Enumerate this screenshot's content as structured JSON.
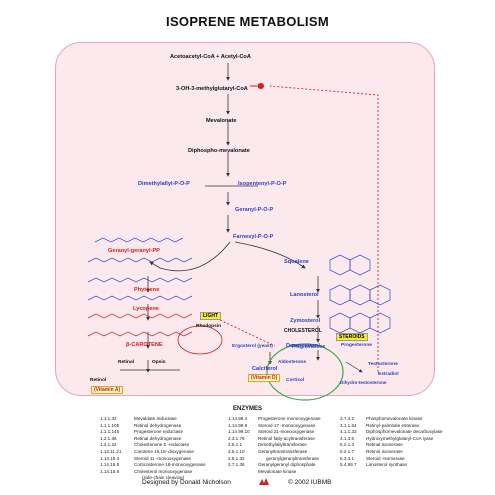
{
  "title": "ISOPRENE METABOLISM",
  "pathway": {
    "acetyl": "Acetoacetyl-CoA + Acetyl-CoA",
    "hmg": "3-OH-3-methylglutaryl-CoA",
    "mevalonate": "Mevalonate",
    "diphosphomevalonate": "Diphospho-mevalonate",
    "dmapp": "Dimethylallyl-P-O-P",
    "ipp": "Isopentenyl-P-O-P",
    "gpp": "Geranyl-P-O-P",
    "fpp": "Farnesyl-P-O-P",
    "ggpp": "Geranyl-geranyl-PP",
    "phytoene": "Phytoene",
    "lycopene": "Lycopene",
    "carotene": "β-CAROTENE",
    "retinal": "Retinal",
    "opsin": "Opsin",
    "rhodopsin": "Rhodopsin",
    "light": "LIGHT",
    "retinol": "Retinol",
    "vitamin_a": "(Vitamin A)",
    "squalene": "Squalene",
    "lanosterol": "Lanosterol",
    "zymosterol": "Zymosterol",
    "desmosterol": "Desmosterol",
    "cholesterol": "CHOLESTEROL",
    "ergosterol": "Ergosterol (yeast)",
    "calciferol": "Calciferol",
    "vitamin_d": "(Vitamin D)",
    "pregnenolone": "Pregnenolone",
    "progesterone": "Progesterone",
    "aldosterone": "Aldosterone",
    "cortisol": "Cortisol",
    "steroids": "STEROIDS",
    "testosterone": "Testosterone",
    "estradiol": "Estradiol",
    "dihydrotestosterone": "Dihydro-testosterone"
  },
  "enzymes_title": "ENZYMES",
  "enzymes": [
    [
      "1.1.1.32",
      "Mevaldate reductase",
      "1.14.99.4",
      "Progesterone monooxygenase",
      "2.7.4.2",
      "Phosphomevalonate kinase"
    ],
    [
      "1.1.1.105",
      "Retinol dehydrogenase",
      "1.14.99.9",
      "Steroid 17 -monooxygenase",
      "3.1.1.64",
      "Retinyl-palmitate esterase"
    ],
    [
      "1.1.1.145",
      "Progesterone reductase",
      "1.14.99.10",
      "Steroid 21-monooxygenase",
      "4.1.1.33",
      "Diphosphomevalonate decarboxylase"
    ],
    [
      "1.2.1.36",
      "Retinal dehydrogenase",
      "2.3.1.76",
      "Retinol fatty-acyltransferase",
      "4.1.3.5",
      "Hydroxymethylglutaryl-CoA lyase"
    ],
    [
      "1.3.1.22",
      "Cholestenone 5 -reductase",
      "2.5.1.1",
      "Dimethylallyltransferase",
      "5.2.1.3",
      "Retinal isomerase"
    ],
    [
      "1.13.11.21",
      "Carotene 15,15'-dioxygenase",
      "2.5.1.10",
      "Geranyltranstransferase",
      "5.2.1.7",
      "Retinol isomerase"
    ],
    [
      "1.14.15.4",
      "Steroid 11 -monooxygenase",
      "",
      "geranylgeranyltransferase",
      "5.3.3.1",
      "Steroid -isomerase"
    ],
    [
      "1.14.15.5",
      "Corticosterone 18-monooxygenase",
      "2.5.1.32",
      "Geranylgeranyl diphosphate",
      "5.4.99.7",
      "Lanosterol synthase"
    ],
    [
      "1.14.15.6",
      "Cholesterol monooxygenase",
      "2.7.1.36",
      "Mevalonate kinase",
      "",
      ""
    ],
    [
      "",
      "(side-chain cleaving)",
      "",
      "",
      "",
      ""
    ]
  ],
  "footer": {
    "designer": "Designed by Donald Nicholson",
    "copyright": "© 2002 IUBMB"
  },
  "colors": {
    "panel_bg": "#fbe9ee",
    "panel_border": "#e3a8b8",
    "carotenoid_red": "#d42020",
    "sterol_blue": "#2f3fbf",
    "steroids_yellow": "#f6ee2a"
  }
}
